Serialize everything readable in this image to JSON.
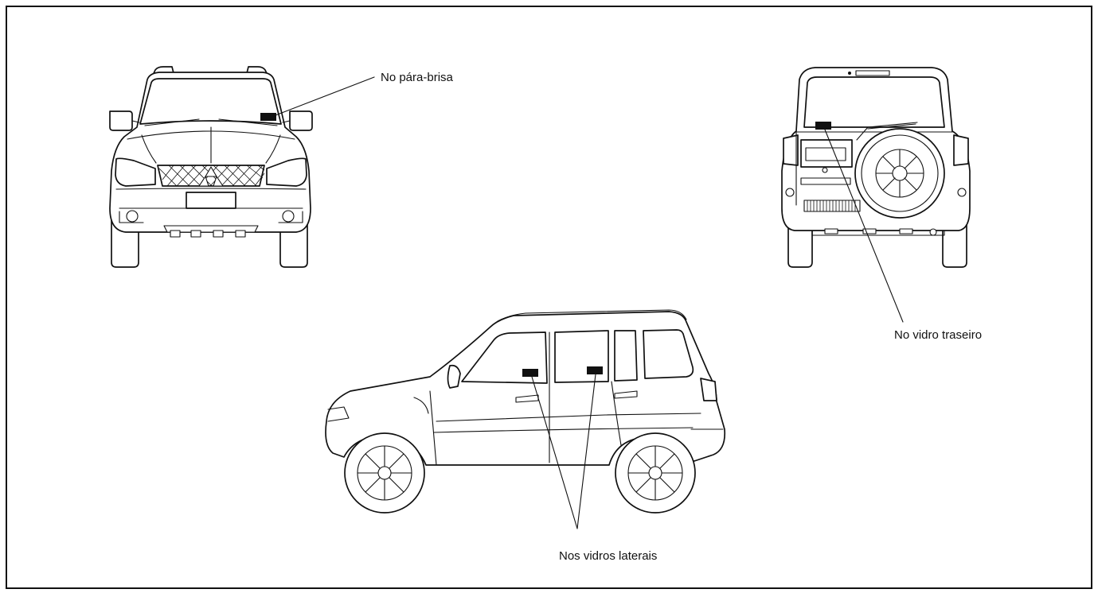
{
  "labels": {
    "windshield": "No pára-brisa",
    "rear_glass": "No vidro traseiro",
    "side_glass": "Nos vidros laterais"
  },
  "colors": {
    "line": "#111111",
    "background": "#ffffff",
    "marker": "#111111"
  }
}
